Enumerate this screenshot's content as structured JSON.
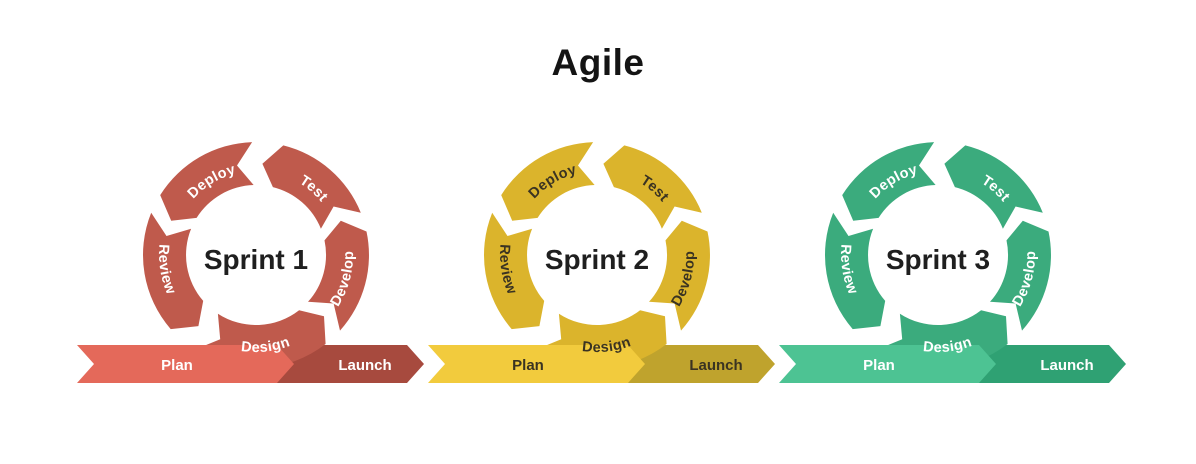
{
  "title": "Agile",
  "sprints": [
    {
      "center_label": "Sprint 1",
      "ring_labels": {
        "design": "Design",
        "develop": "Develop",
        "test": "Test",
        "deploy": "Deploy",
        "review": "Review"
      },
      "band_labels": {
        "plan": "Plan",
        "launch": "Launch"
      },
      "colors": {
        "ring": "#BF5A4C",
        "plan": "#E4695A",
        "launch": "#A74A3E",
        "label": "#FFFFFF",
        "center": "#1F1F1F"
      }
    },
    {
      "center_label": "Sprint 2",
      "ring_labels": {
        "design": "Design",
        "develop": "Develop",
        "test": "Test",
        "deploy": "Deploy",
        "review": "Review"
      },
      "band_labels": {
        "plan": "Plan",
        "launch": "Launch"
      },
      "colors": {
        "ring": "#DBB42C",
        "plan": "#F2CB3D",
        "launch": "#BFA32D",
        "label": "#3A3322",
        "center": "#1F1F1F"
      }
    },
    {
      "center_label": "Sprint 3",
      "ring_labels": {
        "design": "Design",
        "develop": "Develop",
        "test": "Test",
        "deploy": "Deploy",
        "review": "Review"
      },
      "band_labels": {
        "plan": "Plan",
        "launch": "Launch"
      },
      "colors": {
        "ring": "#3BAB7D",
        "plan": "#4DC393",
        "launch": "#2FA173",
        "label": "#FFFFFF",
        "center": "#1F1F1F"
      }
    }
  ]
}
